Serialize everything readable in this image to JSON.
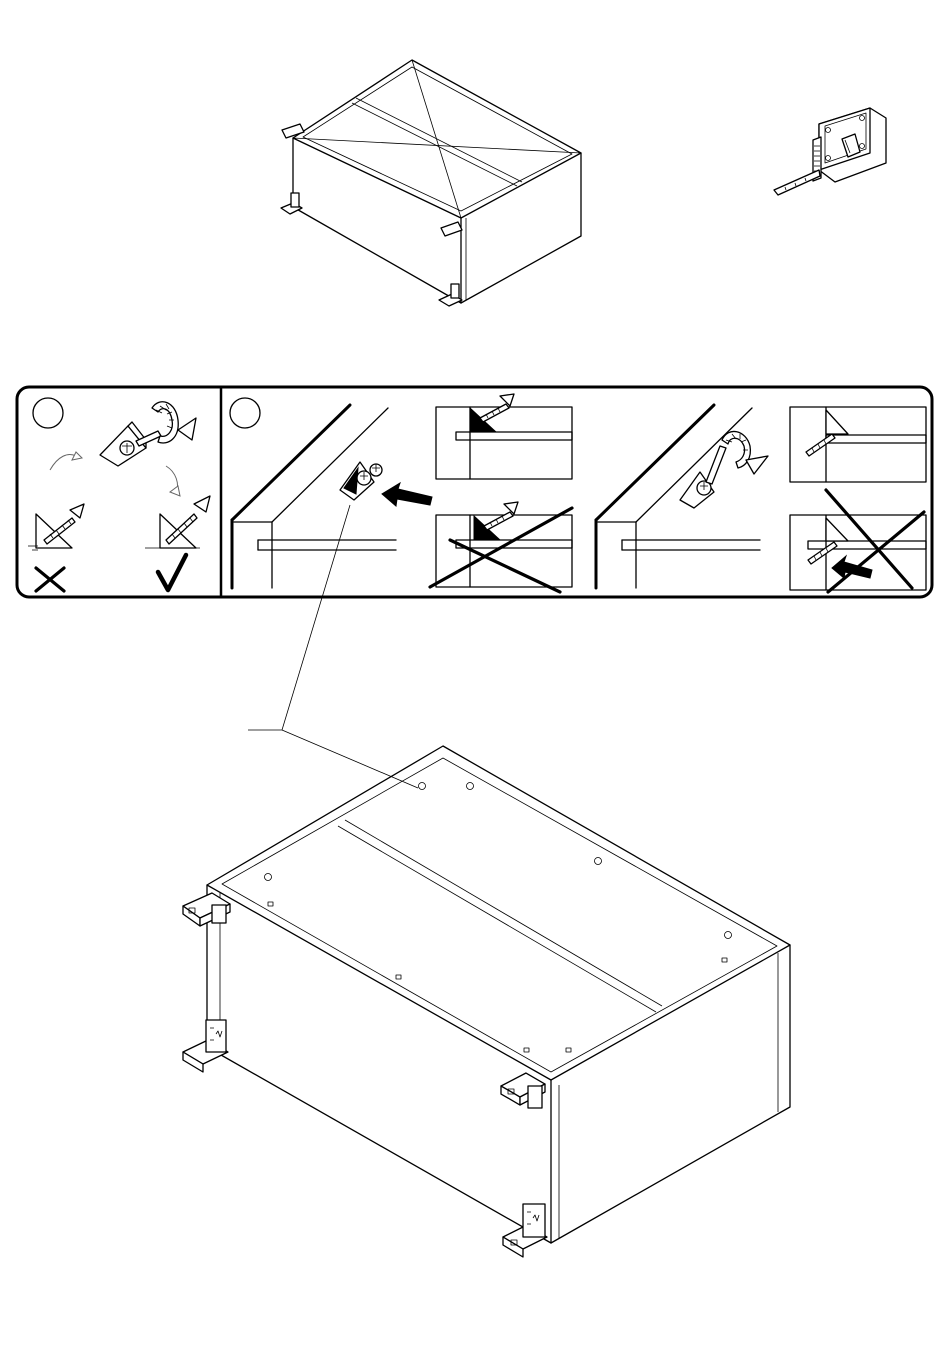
{
  "figure": {
    "top_view": "cabinet-with-diagonal-measurement",
    "tool": "tape-measure-icon",
    "step_panel": {
      "steps": [
        {
          "number": "",
          "callout": "step-1-circle"
        },
        {
          "number": "",
          "callout": "step-2-circle"
        }
      ],
      "verdicts": [
        "cross-icon",
        "check-icon"
      ]
    },
    "main_view": "cabinet-with-corner-brackets"
  },
  "colors": {
    "ink": "#000000",
    "paper": "#ffffff",
    "arrow": "#666666"
  }
}
